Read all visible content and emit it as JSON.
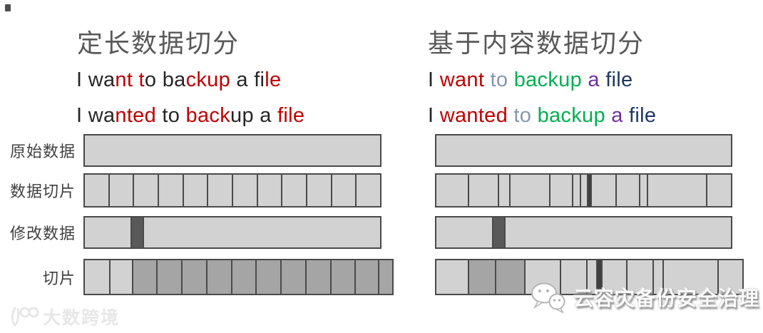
{
  "left": {
    "title": "定长数据切分",
    "sentence1": [
      {
        "t": "I wa",
        "c": "k"
      },
      {
        "t": "nt",
        "c": "r"
      },
      {
        "t": " ",
        "c": "k"
      },
      {
        "t": "t",
        "c": "r"
      },
      {
        "t": "o",
        "c": "k"
      },
      {
        "t": " ba",
        "c": "k"
      },
      {
        "t": "ckup",
        "c": "r"
      },
      {
        "t": " a ",
        "c": "k"
      },
      {
        "t": "fi",
        "c": "k"
      },
      {
        "t": "le",
        "c": "r"
      }
    ],
    "sentence2": [
      {
        "t": "I wa",
        "c": "k"
      },
      {
        "t": "nted",
        "c": "r"
      },
      {
        "t": " to ",
        "c": "k"
      },
      {
        "t": "back",
        "c": "r"
      },
      {
        "t": "up",
        "c": "k"
      },
      {
        "t": " a ",
        "c": "k"
      },
      {
        "t": "file",
        "c": "r"
      }
    ]
  },
  "right": {
    "title": "基于内容数据切分",
    "sentence1": [
      {
        "t": "I ",
        "c": "k"
      },
      {
        "t": "want",
        "c": "r"
      },
      {
        "t": " ",
        "c": "k"
      },
      {
        "t": "to",
        "c": "b"
      },
      {
        "t": " ",
        "c": "k"
      },
      {
        "t": "backup",
        "c": "g"
      },
      {
        "t": " ",
        "c": "k"
      },
      {
        "t": "a",
        "c": "p"
      },
      {
        "t": " ",
        "c": "k"
      },
      {
        "t": "file",
        "c": "n"
      }
    ],
    "sentence2": [
      {
        "t": "I ",
        "c": "k"
      },
      {
        "t": "wanted",
        "c": "r"
      },
      {
        "t": " ",
        "c": "k"
      },
      {
        "t": "to",
        "c": "b"
      },
      {
        "t": " ",
        "c": "k"
      },
      {
        "t": "backup",
        "c": "g"
      },
      {
        "t": " ",
        "c": "k"
      },
      {
        "t": "a",
        "c": "p"
      },
      {
        "t": " ",
        "c": "k"
      },
      {
        "t": "file",
        "c": "n"
      }
    ]
  },
  "row_labels": [
    "原始数据",
    "数据切片",
    "修改数据",
    "切片"
  ],
  "palette": {
    "k": "#262626",
    "r": "#c00000",
    "b": "#8496b0",
    "g": "#00b050",
    "p": "#7030a0",
    "n": "#203864"
  },
  "bars": {
    "border_color": "#4a4a4a",
    "fills": {
      "light": "#d2d2d2",
      "mid": "#a5a5a5",
      "dark": "#595959",
      "line": "#3f3f3f"
    },
    "left": [
      {
        "name": "original-data",
        "segments": [
          [
            418,
            "light"
          ]
        ]
      },
      {
        "name": "data-chunks",
        "segments": [
          [
            35,
            "light"
          ],
          [
            35,
            "light"
          ],
          [
            35,
            "light"
          ],
          [
            35,
            "light"
          ],
          [
            35,
            "light"
          ],
          [
            35,
            "light"
          ],
          [
            35,
            "light"
          ],
          [
            35,
            "light"
          ],
          [
            35,
            "light"
          ],
          [
            35,
            "light"
          ],
          [
            35,
            "light"
          ],
          [
            35,
            "light"
          ]
        ]
      },
      {
        "name": "modified-data",
        "segments": [
          [
            65,
            "light"
          ],
          [
            16,
            "dark"
          ],
          [
            337,
            "light"
          ]
        ]
      },
      {
        "name": "chunks-after-change",
        "segments": [
          [
            36,
            "light"
          ],
          [
            32,
            "light"
          ],
          [
            35,
            "mid"
          ],
          [
            35,
            "mid"
          ],
          [
            35,
            "mid"
          ],
          [
            35,
            "mid"
          ],
          [
            35,
            "mid"
          ],
          [
            35,
            "mid"
          ],
          [
            35,
            "mid"
          ],
          [
            35,
            "mid"
          ],
          [
            35,
            "mid"
          ],
          [
            33,
            "mid"
          ],
          [
            19,
            "mid"
          ]
        ]
      }
    ],
    "right": [
      {
        "name": "original-data",
        "segments": [
          [
            417,
            "light"
          ]
        ]
      },
      {
        "name": "data-chunks",
        "segments": [
          [
            47,
            "light"
          ],
          [
            43,
            "light"
          ],
          [
            15,
            "light"
          ],
          [
            58,
            "light"
          ],
          [
            32,
            "light"
          ],
          [
            10,
            "light"
          ],
          [
            8,
            "light"
          ],
          [
            4,
            "line"
          ],
          [
            35,
            "light"
          ],
          [
            33,
            "light"
          ],
          [
            10,
            "light"
          ],
          [
            87,
            "light"
          ],
          [
            35,
            "light"
          ]
        ]
      },
      {
        "name": "modified-data",
        "segments": [
          [
            80,
            "light"
          ],
          [
            15,
            "dark"
          ],
          [
            322,
            "light"
          ]
        ]
      },
      {
        "name": "chunks-after-change",
        "segments": [
          [
            47,
            "light"
          ],
          [
            38,
            "mid"
          ],
          [
            42,
            "mid"
          ],
          [
            51,
            "light"
          ],
          [
            37,
            "light"
          ],
          [
            13,
            "light"
          ],
          [
            5,
            "line"
          ],
          [
            35,
            "light"
          ],
          [
            37,
            "light"
          ],
          [
            13,
            "light"
          ],
          [
            80,
            "light"
          ],
          [
            35,
            "light"
          ]
        ]
      }
    ]
  },
  "watermarks": {
    "bottom_left": "大数跨境",
    "bottom_right": "云容灾备份安全治理"
  }
}
